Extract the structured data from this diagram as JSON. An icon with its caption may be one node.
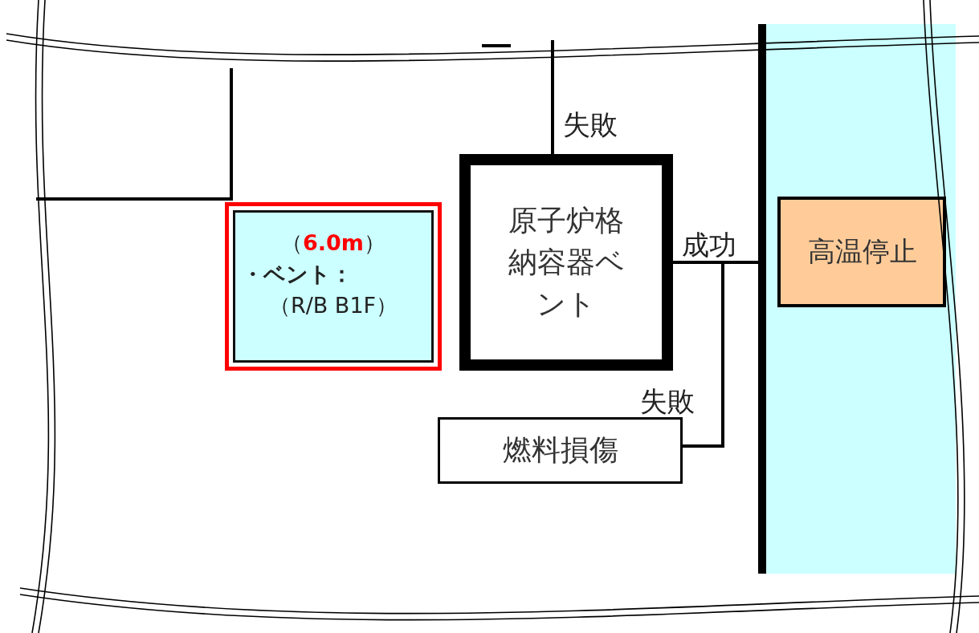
{
  "diagram": {
    "nodes": [
      {
        "text": [
          "（6.0m）",
          "・ベント：",
          "（R/B B1F）"
        ]
      },
      {
        "text": [
          "原子炉格納容器ベント"
        ]
      },
      {
        "text": [
          "燃料損傷"
        ]
      },
      {
        "text": [],
        "shape": "bar"
      },
      {
        "text": [],
        "shape": "band"
      },
      {
        "text": [
          "高温停止"
        ],
        "in": 4
      }
    ],
    "edges": [
      {
        "from": null,
        "to": 1,
        "arrow": "none",
        "label": "失敗"
      },
      {
        "from": 1,
        "to": 3,
        "arrow": "none",
        "label": "成功"
      },
      {
        "from": 1,
        "to": 2,
        "arrow": "none",
        "label": "失敗"
      }
    ]
  }
}
